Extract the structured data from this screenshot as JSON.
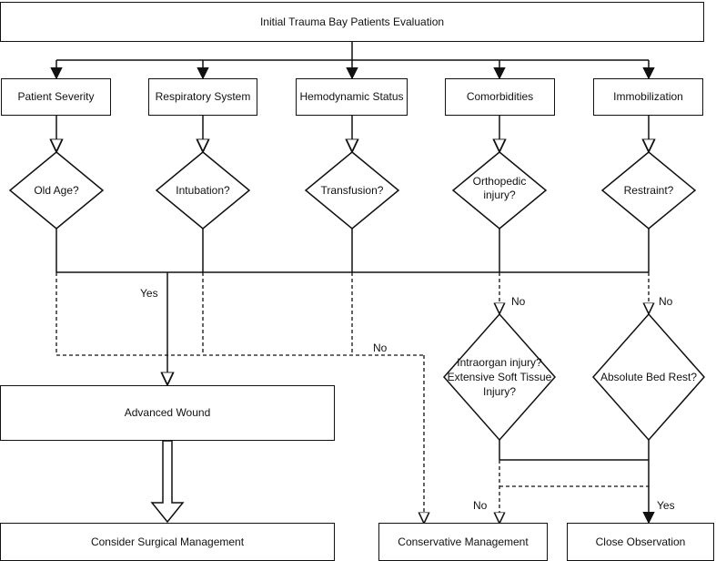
{
  "title": "Initial Trauma Bay Patients Evaluation",
  "categories": [
    {
      "label": "Patient Severity",
      "question": "Old Age?"
    },
    {
      "label": "Respiratory System",
      "question": "Intubation?"
    },
    {
      "label": "Hemodynamic Status",
      "question": "Transfusion?"
    },
    {
      "label": "Comorbidities",
      "question_lines": [
        "Orthopedic",
        "injury?"
      ]
    },
    {
      "label": "Immobilization",
      "question": "Restraint?"
    }
  ],
  "second_level": {
    "intraorgan_lines": [
      "Intraorgan injury?",
      "Extensive Soft Tissue",
      "Injury?"
    ],
    "bed_rest": "Absolute Bed Rest?"
  },
  "edge_labels": {
    "yes_left": "Yes",
    "no_mid": "No",
    "no_ortho": "No",
    "no_immob": "No",
    "no_bottom": "No",
    "yes_bottom": "Yes"
  },
  "outcomes": {
    "advanced_wound": "Advanced Wound",
    "surgical": "Consider Surgical Management",
    "conservative": "Conservative Management",
    "close_observation": "Close Observation"
  }
}
